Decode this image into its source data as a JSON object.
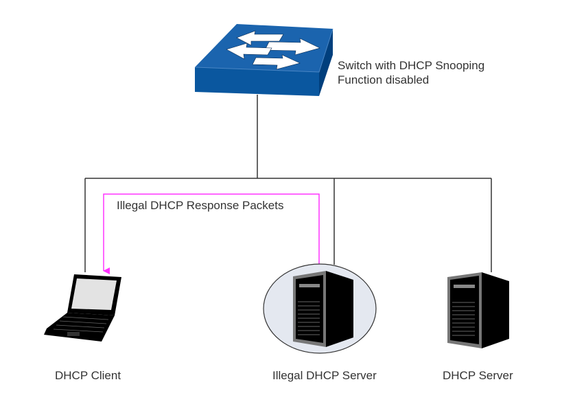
{
  "diagram": {
    "title": "DHCP Snooping disabled topology",
    "switch": {
      "label_line1": "Switch with DHCP Snooping",
      "label_line2": "Function disabled",
      "icon": "network-switch-icon",
      "color": "#00519a"
    },
    "flow": {
      "label": "Illegal DHCP Response Packets",
      "color": "#ff33ff",
      "from": "Illegal DHCP Server",
      "to": "DHCP Client"
    },
    "nodes": [
      {
        "id": "client",
        "label": "DHCP Client",
        "icon": "laptop-icon"
      },
      {
        "id": "illegal-server",
        "label": "Illegal DHCP Server",
        "icon": "server-icon",
        "highlighted": true
      },
      {
        "id": "server",
        "label": "DHCP Server",
        "icon": "server-icon"
      }
    ],
    "colors": {
      "line": "#333333",
      "highlight_fill": "#e4e8f0",
      "text": "#333333"
    }
  }
}
